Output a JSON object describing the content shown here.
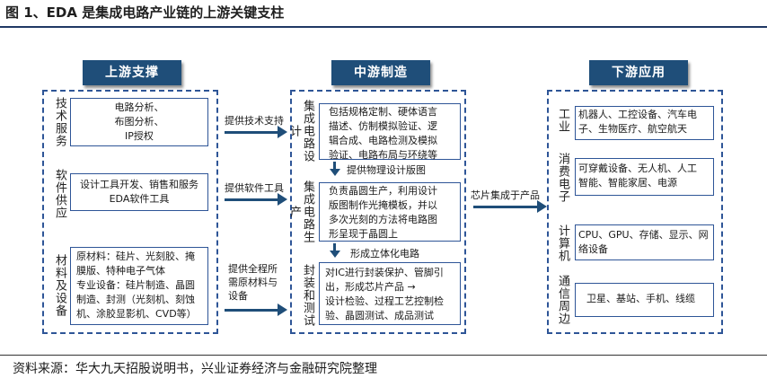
{
  "title": "图 1、EDA 是集成电路产业链的上游关键支柱",
  "headers": {
    "upstream": "上游支撑",
    "midstream": "中游制造",
    "downstream": "下游应用"
  },
  "upstream": {
    "tech_label": "技术服务",
    "tech_items": [
      "电路分析、",
      "布图分析、",
      "IP授权"
    ],
    "software_label": "软件供应",
    "software_lines": [
      "设计工具开发、销售和服务",
      "EDA软件工具"
    ],
    "materials_label": "材料及设备",
    "materials_lines": [
      "原材料：硅片、光刻胶、掩",
      "膜版、特种电子气体",
      "专业设备：硅片制造、晶圆",
      "制造、封测（光刻机、刻蚀",
      "机、涂胶显影机、CVD等）"
    ]
  },
  "arrows": {
    "tech": "提供技术支持",
    "software": "提供软件工具",
    "materials_lines": [
      "提供全程所",
      "需原材料与",
      "设备"
    ],
    "to_downstream": "芯片集成于产品",
    "down1": "提供物理设计版图",
    "down2": "形成立体化电路"
  },
  "midstream": {
    "design_label": "集成电路设计",
    "design_lines": [
      "包括规格定制、硬体语言",
      "描述、仿制模拟验证、逻",
      "辑合成、电路检测及模拟",
      "验证、电路布局与环绕等"
    ],
    "mfg_label": "集成电路生产",
    "mfg_lines": [
      "负责晶圆生产，利用设计",
      "版图制作光掩模板，并以",
      "多次光刻的方法将电路图",
      "形呈现于晶圆上"
    ],
    "pkg_label": "封装和测试",
    "pkg_lines": [
      "对IC进行封装保护、管脚引",
      "出，形成芯片产品  →",
      "设计检验、过程工艺控制检",
      "验、晶圆测试、成品测试"
    ]
  },
  "downstream": {
    "industry_label": "工业",
    "industry_lines": [
      "机器人、工控设备、汽车电",
      "子、生物医疗、航空航天"
    ],
    "consumer_label": "消费电子",
    "consumer_lines": [
      "可穿戴设备、无人机、人工",
      "智能、智能家居、电源"
    ],
    "computer_label": "计算机",
    "computer_lines": [
      "CPU、GPU、存储、显示、网",
      "络设备"
    ],
    "comm_label": "通信周边",
    "comm_lines": [
      "卫星、基站、手机、线缆"
    ]
  },
  "source": "资料来源：华大九天招股说明书，兴业证券经济与金融研究院整理"
}
